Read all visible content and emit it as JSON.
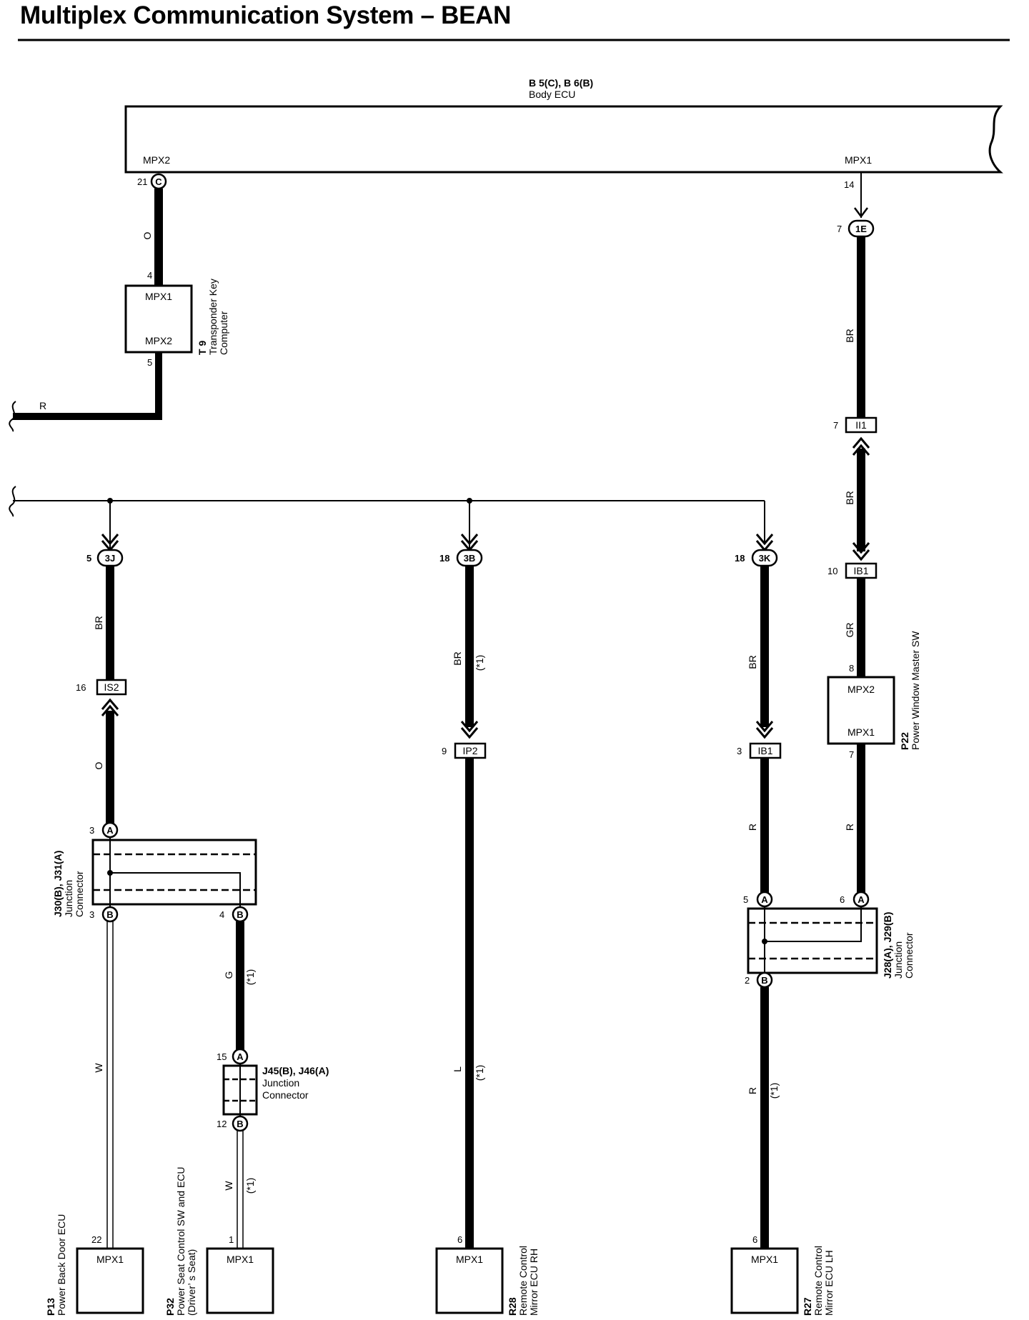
{
  "title": "Multiplex Communication System – BEAN",
  "body_ecu": {
    "code": "B 5(C), B 6(B)",
    "name": "Body ECU",
    "mpx2": "MPX2",
    "mpx1": "MPX1"
  },
  "pins": {
    "p21": "21",
    "p14": "14",
    "p4": "4",
    "p5": "5",
    "p7a": "7",
    "p7b": "7",
    "p10": "10",
    "p8": "8",
    "p7c": "7",
    "p5b": "5",
    "p18a": "18",
    "p18b": "18",
    "p16": "16",
    "p9": "9",
    "p3a": "3",
    "p3b": "3",
    "p3c": "3",
    "p4b": "4",
    "p5c": "5",
    "p6a": "6",
    "p2": "2",
    "p15": "15",
    "p12": "12",
    "p22": "22",
    "p1": "1",
    "p6b": "6",
    "p6c": "6"
  },
  "circles": {
    "c": "C",
    "e1": "1E",
    "j3": "3J",
    "b3": "3B",
    "k3": "3K",
    "a1": "A",
    "b1": "B",
    "b2": "B",
    "a2": "A",
    "a3": "A",
    "b4": "B",
    "a4": "A",
    "b5": "B"
  },
  "boxes": {
    "ii1": "II1",
    "ib1a": "IB1",
    "is2": "IS2",
    "ip2": "IP2",
    "ib1b": "IB1"
  },
  "wires": {
    "o1": "O",
    "r1": "R",
    "br1": "BR",
    "br2": "BR",
    "br3": "BR",
    "br4": "BR",
    "br5": "BR",
    "gr": "GR",
    "o2": "O",
    "r2": "R",
    "r3": "R",
    "w1": "W",
    "g": "G",
    "l": "L",
    "r4": "R",
    "w2": "W"
  },
  "notes": {
    "n1": "(*1)",
    "n2": "(*1)",
    "n3": "(*1)",
    "n4": "(*1)",
    "n5": "(*1)"
  },
  "transponder": {
    "code": "T 9",
    "name1": "Transponder Key",
    "name2": "Computer",
    "mpx1": "MPX1",
    "mpx2": "MPX2"
  },
  "pwms": {
    "code": "P22",
    "name": "Power Window Master SW",
    "mpx2": "MPX2",
    "mpx1": "MPX1"
  },
  "jc_left": {
    "code": "J30(B), J31(A)",
    "name1": "Junction",
    "name2": "Connector"
  },
  "jc_right": {
    "code": "J28(A), J29(B)",
    "name1": "Junction",
    "name2": "Connector"
  },
  "jc_small": {
    "code": "J45(B), J46(A)",
    "name1": "Junction",
    "name2": "Connector"
  },
  "p13": {
    "code": "P13",
    "name": "Power Back Door ECU",
    "mpx1": "MPX1"
  },
  "p32": {
    "code": "P32",
    "name1": "Power Seat Control SW and ECU",
    "name2": "(Driver’ s Seat)",
    "mpx1": "MPX1"
  },
  "r28": {
    "code": "R28",
    "name1": "Remote Control",
    "name2": "Mirror ECU RH",
    "mpx1": "MPX1"
  },
  "r27": {
    "code": "R27",
    "name1": "Remote Control",
    "name2": "Mirror ECU LH",
    "mpx1": "MPX1"
  }
}
